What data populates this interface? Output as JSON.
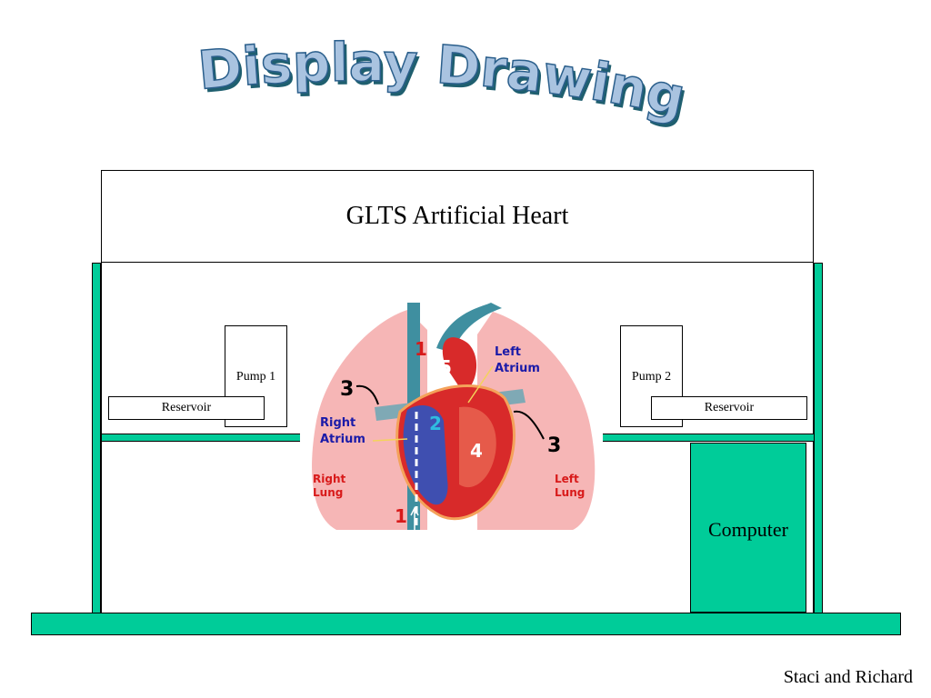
{
  "title": "Display Drawing",
  "banner": {
    "text": "GLTS Artificial Heart"
  },
  "pumps": [
    {
      "label": "Pump 1"
    },
    {
      "label": "Pump 2"
    }
  ],
  "reservoirs": [
    {
      "label": "Reservoir"
    },
    {
      "label": "Reservoir"
    }
  ],
  "computer": {
    "label": "Computer"
  },
  "heart_diagram": {
    "labels": {
      "left_atrium_1": "Left",
      "left_atrium_2": "Atrium",
      "right_atrium_1": "Right",
      "right_atrium_2": "Atrium",
      "right_lung_1": "Right",
      "right_lung_2": "Lung",
      "left_lung_1": "Left",
      "left_lung_2": "Lung"
    },
    "numbers": {
      "n1_top": "1",
      "n5": "5",
      "n3_left": "3",
      "n2": "2",
      "n3_right": "3",
      "n4": "4",
      "n1_bottom": "1"
    }
  },
  "credit": "Staci and Richard",
  "colors": {
    "structure_green": "#00cc99",
    "title_fill": "#a9c3e0",
    "title_shadow": "#1f5f6f",
    "lung_pink": "#f6b6b6",
    "vessel_teal": "#3f8fa0",
    "heart_red": "#d82a2a",
    "atrium_blue": "#3f4fb0",
    "label_blue": "#1a1aa8",
    "label_red": "#d81a1a"
  }
}
